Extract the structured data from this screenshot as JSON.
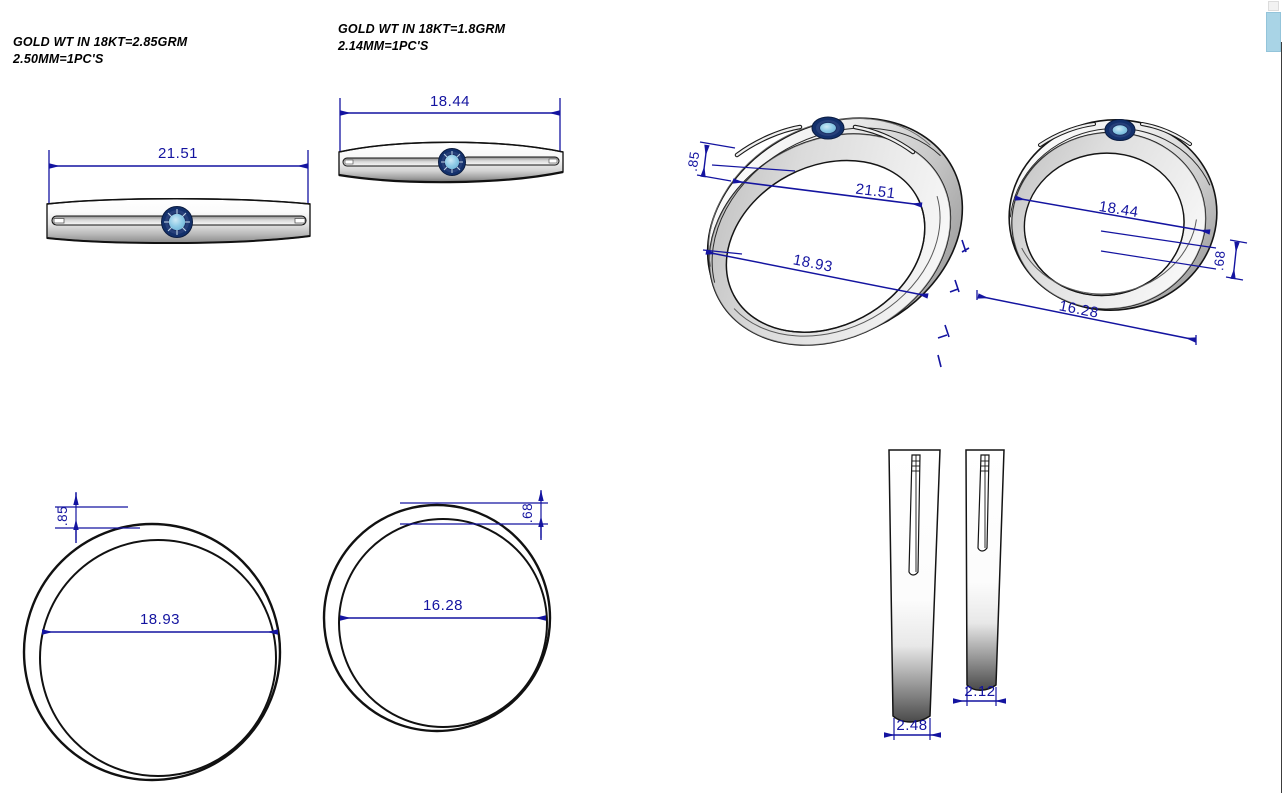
{
  "document": {
    "title": "Ring CAD Technical Drawing",
    "background_color": "#ffffff",
    "dimension_color": "#1414a0",
    "outline_color": "#000000",
    "gem_color": "#8ecae6",
    "gem_facet_color": "#13306b"
  },
  "notes": [
    {
      "id": "note-left",
      "line1": "GOLD WT IN 18KT=2.85GRM",
      "line2": "2.50MM=1PC'S"
    },
    {
      "id": "note-right",
      "line1": "GOLD WT IN 18KT=1.8GRM",
      "line2": "2.14MM=1PC'S"
    }
  ],
  "views": {
    "front_band_large": {
      "name": "front-band-view-large",
      "dimension": "21.51"
    },
    "front_band_small": {
      "name": "front-band-view-small",
      "dimension": "18.44"
    },
    "iso_ring_large": {
      "name": "isometric-ring-view-large",
      "outer_dimension": "21.51",
      "inner_dimension": "18.93",
      "thickness_dimension": ".85"
    },
    "iso_ring_small": {
      "name": "isometric-ring-view-small",
      "outer_dimension": "18.44",
      "inner_dimension": "16.28",
      "thickness_dimension": ".68"
    },
    "top_ring_large": {
      "name": "top-ring-view-large",
      "inner_dimension": "18.93",
      "thickness_dimension": ".85"
    },
    "top_ring_small": {
      "name": "top-ring-view-small",
      "inner_dimension": "16.28",
      "thickness_dimension": ".68"
    },
    "section_profile_large": {
      "name": "section-profile-large",
      "width_dimension": "2.48"
    },
    "section_profile_small": {
      "name": "section-profile-small",
      "width_dimension": "2.12"
    }
  },
  "scrollbar": {
    "name": "vertical-scrollbar",
    "thumb_color": "#a9d4e6"
  }
}
